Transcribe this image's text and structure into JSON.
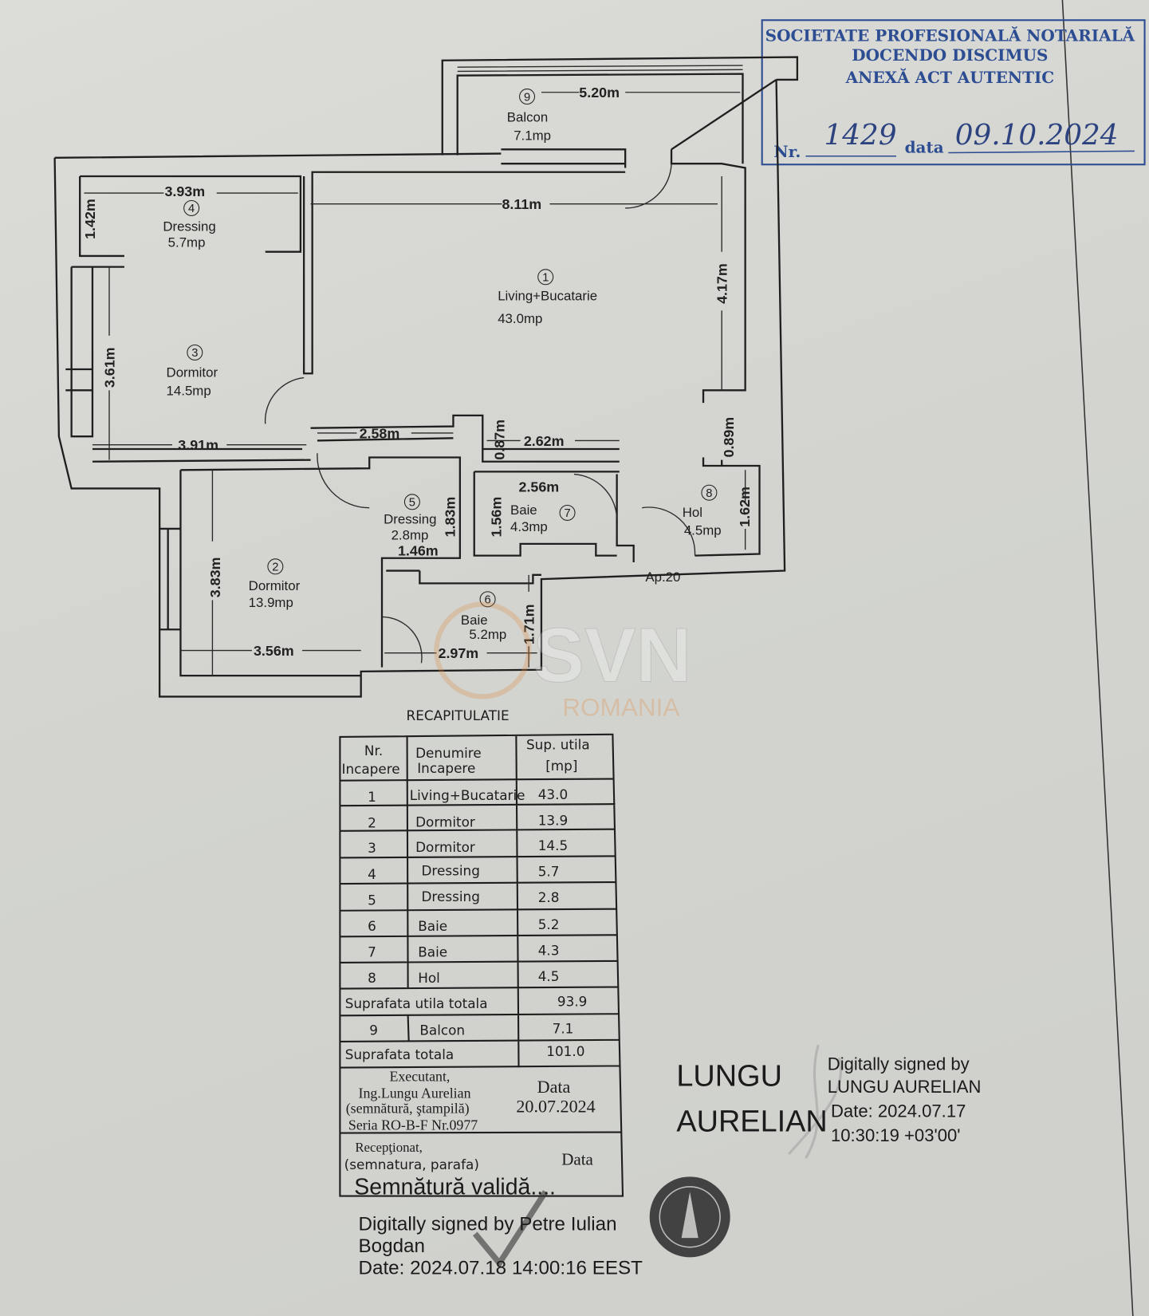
{
  "stamp": {
    "line1": "SOCIETATE PROFESIONALĂ NOTARIALĂ",
    "line2": "DOCENDO DISCIMUS",
    "line3": "ANEXĂ ACT AUTENTIC",
    "nr_label": "Nr.",
    "nr_value": "1429",
    "date_label": "data",
    "date_value": "09.10.2024",
    "color": "#2d4d93"
  },
  "plan": {
    "rooms": [
      {
        "no": "1",
        "name": "Living+Bucatarie",
        "area": "43.0mp"
      },
      {
        "no": "2",
        "name": "Dormitor",
        "area": "13.9mp"
      },
      {
        "no": "3",
        "name": "Dormitor",
        "area": "14.5mp"
      },
      {
        "no": "4",
        "name": "Dressing",
        "area": "5.7mp"
      },
      {
        "no": "5",
        "name": "Dressing",
        "area": "2.8mp"
      },
      {
        "no": "6",
        "name": "Baie",
        "area": "5.2mp"
      },
      {
        "no": "7",
        "name": "Baie",
        "area": "4.3mp"
      },
      {
        "no": "8",
        "name": "Hol",
        "area": "4.5mp"
      },
      {
        "no": "9",
        "name": "Balcon",
        "area": "7.1mp"
      }
    ],
    "dimensions": [
      "5.20m",
      "8.11m",
      "3.93m",
      "1.42m",
      "4.17m",
      "3.61m",
      "3.91m",
      "2.58m",
      "0.87m",
      "2.62m",
      "0.89m",
      "2.56m",
      "1.83m",
      "1.56m",
      "1.46m",
      "1.62m",
      "3.83m",
      "3.56m",
      "2.97m",
      "1.71m"
    ],
    "apartment": "Ap.20"
  },
  "watermark": {
    "brand": "SVN",
    "sub": "ROMANIA"
  },
  "table": {
    "title": "RECAPITULATIE",
    "headers": [
      [
        "Nr.",
        "Incapere"
      ],
      [
        "Denumire",
        "Incapere"
      ],
      [
        "Sup.  utila",
        "[mp]"
      ]
    ],
    "rows": [
      {
        "nr": "1",
        "name": "Living+Bucatarie",
        "area": "43.0"
      },
      {
        "nr": "2",
        "name": "Dormitor",
        "area": "13.9"
      },
      {
        "nr": "3",
        "name": "Dormitor",
        "area": "14.5"
      },
      {
        "nr": "4",
        "name": "Dressing",
        "area": "5.7"
      },
      {
        "nr": "5",
        "name": "Dressing",
        "area": "2.8"
      },
      {
        "nr": "6",
        "name": "Baie",
        "area": "5.2"
      },
      {
        "nr": "7",
        "name": "Baie",
        "area": "4.3"
      },
      {
        "nr": "8",
        "name": "Hol",
        "area": "4.5"
      }
    ],
    "useful_total_label": "Suprafata utila totala",
    "useful_total": "93.9",
    "balcony": {
      "nr": "9",
      "name": "Balcon",
      "area": "7.1"
    },
    "total_label": "Suprafata  totala",
    "total": "101.0",
    "executant": [
      "Executant,",
      "Ing.Lungu Aurelian",
      "(semnătură, ştampilă)",
      "Seria RO-B-F Nr.0977"
    ],
    "exec_date_label": "Data",
    "exec_date": "20.07.2024",
    "received": [
      "Recepţionat,",
      "(semnatura, parafa)"
    ],
    "received_date_label": "Data"
  },
  "signature_lungu": {
    "name1": "LUNGU",
    "name2": "AURELIAN",
    "lines": [
      "Digitally signed by",
      "LUNGU AURELIAN",
      "Date: 2024.07.17",
      "10:30:19 +03'00'"
    ]
  },
  "signature_petre": {
    "valid": "Semnătură validă....",
    "lines": [
      "Digitally signed by Petre Iulian",
      "Bogdan",
      "Date: 2024.07.18 14:00:16 EEST"
    ]
  }
}
